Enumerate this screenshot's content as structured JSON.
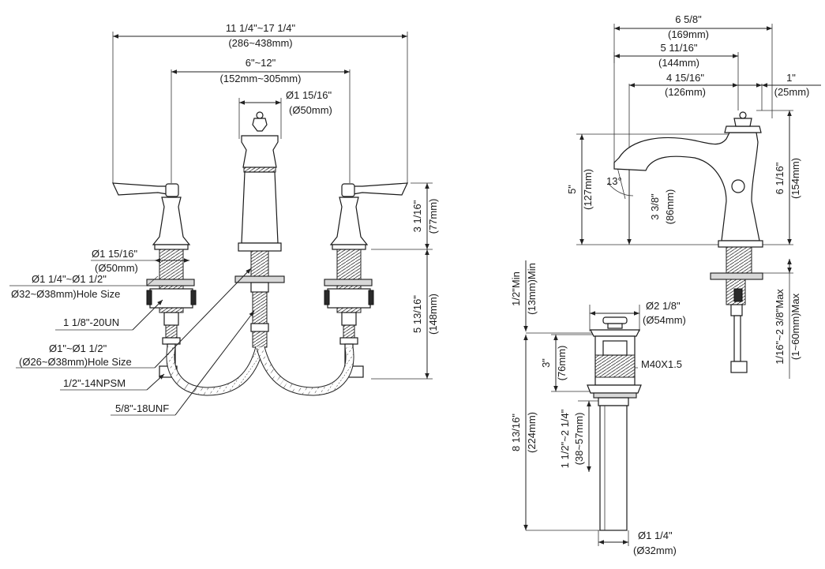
{
  "front_view": {
    "overall_width": {
      "inch": "11 1/4\"~17 1/4\"",
      "mm": "(286~438mm)"
    },
    "center_spread": {
      "inch": "6\"~12\"",
      "mm": "(152mm~305mm)"
    },
    "spout_base_dia": {
      "inch": "Ø1 15/16\"",
      "mm": "(Ø50mm)"
    },
    "handle_height": {
      "inch": "3 1/16\"",
      "mm": "(77mm)"
    },
    "shank_length": {
      "inch": "5 13/16\"",
      "mm": "(148mm)"
    },
    "handle_base_dia": {
      "inch": "Ø1 15/16\"",
      "mm": "(Ø50mm)"
    },
    "handle_hole_size": {
      "inch": "Ø1 1/4\"~Ø1 1/2\"",
      "mm": "Ø32~Ø38mm)Hole Size"
    },
    "handle_thread": "1 1/8\"-20UN",
    "spout_hole_size": {
      "inch": "Ø1\"~Ø1 1/2\"",
      "mm": "(Ø26~Ø38mm)Hole Size"
    },
    "inlet_thread": "1/2\"-14NPSM",
    "hose_thread": "5/8\"-18UNF"
  },
  "side_view": {
    "spout_reach_total": {
      "inch": "6 5/8\"",
      "mm": "(169mm)"
    },
    "spout_reach_mid": {
      "inch": "5 11/16\"",
      "mm": "(144mm)"
    },
    "spout_reach_aerator": {
      "inch": "4 15/16\"",
      "mm": "(126mm)"
    },
    "rear_offset": {
      "inch": "1\"",
      "mm": "(25mm)"
    },
    "spout_height": {
      "inch": "5\"",
      "mm": "(127mm)"
    },
    "aerator_angle": "13°",
    "aerator_height": {
      "inch": "3 3/8\"",
      "mm": "(86mm)"
    },
    "overall_height": {
      "inch": "6 1/16\"",
      "mm": "(154mm)"
    },
    "deck_thickness": {
      "inch": "1/16\"~2 3/8\"Max",
      "mm": "(1~60mm)Max"
    }
  },
  "drain_view": {
    "min_clearance": {
      "inch": "1/2\"Min",
      "mm": "(13mm)Min"
    },
    "flange_dia": {
      "inch": "Ø2 1/8\"",
      "mm": "(Ø54mm)"
    },
    "body_thread": "M40X1.5",
    "body_height": {
      "inch": "3\"",
      "mm": "(76mm)"
    },
    "overall_length": {
      "inch": "8 13/16\"",
      "mm": "(224mm)"
    },
    "adjust_range": {
      "inch": "1 1/2\"~2 1/4\"",
      "mm": "(38~57mm)"
    },
    "tailpiece_dia": {
      "inch": "Ø1 1/4\"",
      "mm": "(Ø32mm)"
    }
  }
}
